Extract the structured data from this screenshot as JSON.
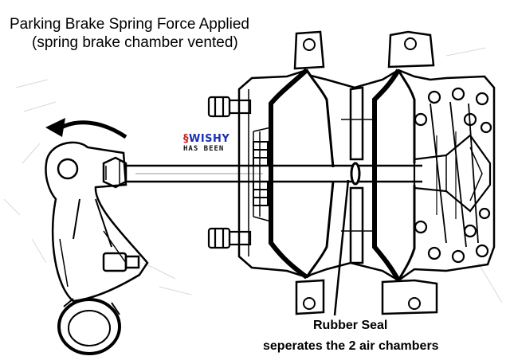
{
  "title": "Parking Brake Spring Force Applied",
  "subtitle": "(spring brake chamber vented)",
  "callout": {
    "title": "Rubber Seal",
    "description": "seperates the 2 air chambers"
  },
  "watermark": {
    "brand": "WISHY",
    "tagline": "HAS BEEN",
    "brand_color": "#1a2fb8",
    "accent_color": "#cc1f1f"
  }
}
